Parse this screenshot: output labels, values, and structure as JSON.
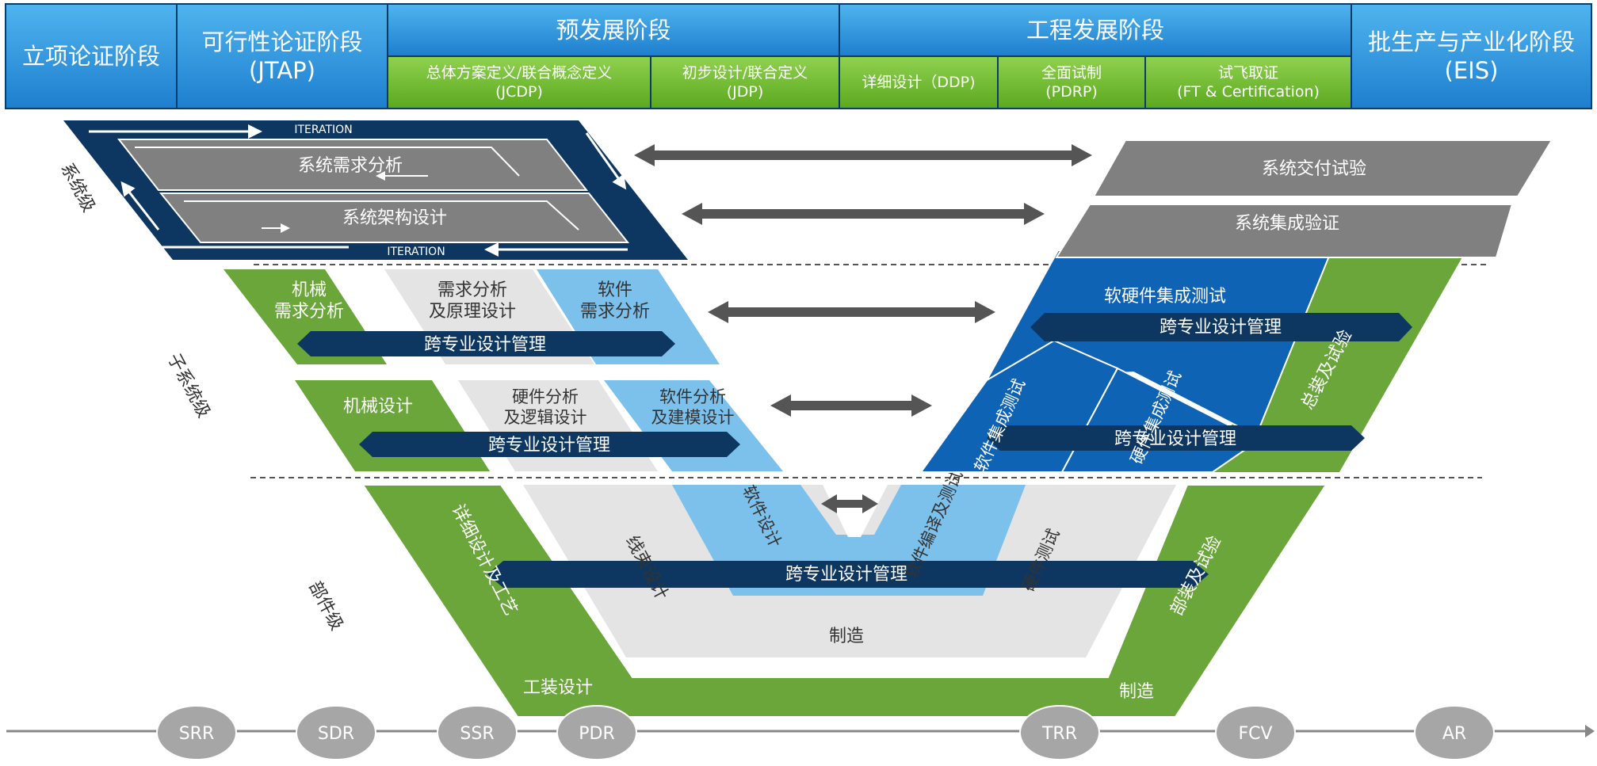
{
  "header": {
    "phase1": "立项论证阶段",
    "phase2": "可行性论证阶段",
    "phase2_sub": "(JTAP)",
    "phase3": "预发展阶段",
    "phase3a": "总体方案定义/联合概念定义",
    "phase3a_sub": "(JCDP)",
    "phase3b": "初步设计/联合定义",
    "phase3b_sub": "(JDP)",
    "phase4": "工程发展阶段",
    "phase4a": "详细设计（DDP)",
    "phase4b": "全面试制",
    "phase4b_sub": "(PDRP)",
    "phase4c": "试飞取证",
    "phase4c_sub": "(FT & Certification)",
    "phase5": "批生产与产业化阶段",
    "phase5_sub": "(EIS)"
  },
  "levels": {
    "system": "系统级",
    "subsystem": "子系统级",
    "component": "部件级"
  },
  "system": {
    "iteration_top": "ITERATION",
    "iteration_bottom": "ITERATION",
    "req_analysis": "系统需求分析",
    "arch_design": "系统架构设计",
    "delivery_test": "系统交付试验",
    "integration_verify": "系统集成验证"
  },
  "subsystem": {
    "mech_req": [
      "机械",
      "需求分析"
    ],
    "req_principle": [
      "需求分析",
      "及原理设计"
    ],
    "sw_req": [
      "软件",
      "需求分析"
    ],
    "cross_mgmt_1": "跨专业设计管理",
    "mech_design": "机械设计",
    "hw_logic": [
      "硬件分析",
      "及逻辑设计"
    ],
    "sw_model": [
      "软件分析",
      "及建模设计"
    ],
    "cross_mgmt_2": "跨专业设计管理",
    "hw_sw_integration": "软硬件集成测试",
    "cross_mgmt_3": "跨专业设计管理",
    "sw_integration": "软件集成测试",
    "hw_integration": "硬件集成测试",
    "assembly_test": "总装及试验",
    "cross_mgmt_4": "跨专业设计管理"
  },
  "component": {
    "detail_design": "详细设计及工艺",
    "harness_design": "线束设计",
    "sw_design": "软件设计",
    "sw_compile": "软件编译及测试",
    "hw_test": "硬件测试",
    "assembly": "部装及试验",
    "cross_mgmt": "跨专业设计管理",
    "manufacture_inner": "制造",
    "tooling": "工装设计",
    "manufacture_outer": "制造"
  },
  "milestones": [
    "SRR",
    "SDR",
    "SSR",
    "PDR",
    "TRR",
    "FCV",
    "AR"
  ],
  "colors": {
    "navy": "#0d3760",
    "green": "#6aa63a",
    "light_blue": "#7cc0ec",
    "mid_blue": "#0f63b5",
    "gray": "#7f7f7f",
    "light_gray": "#e4e4e4"
  }
}
